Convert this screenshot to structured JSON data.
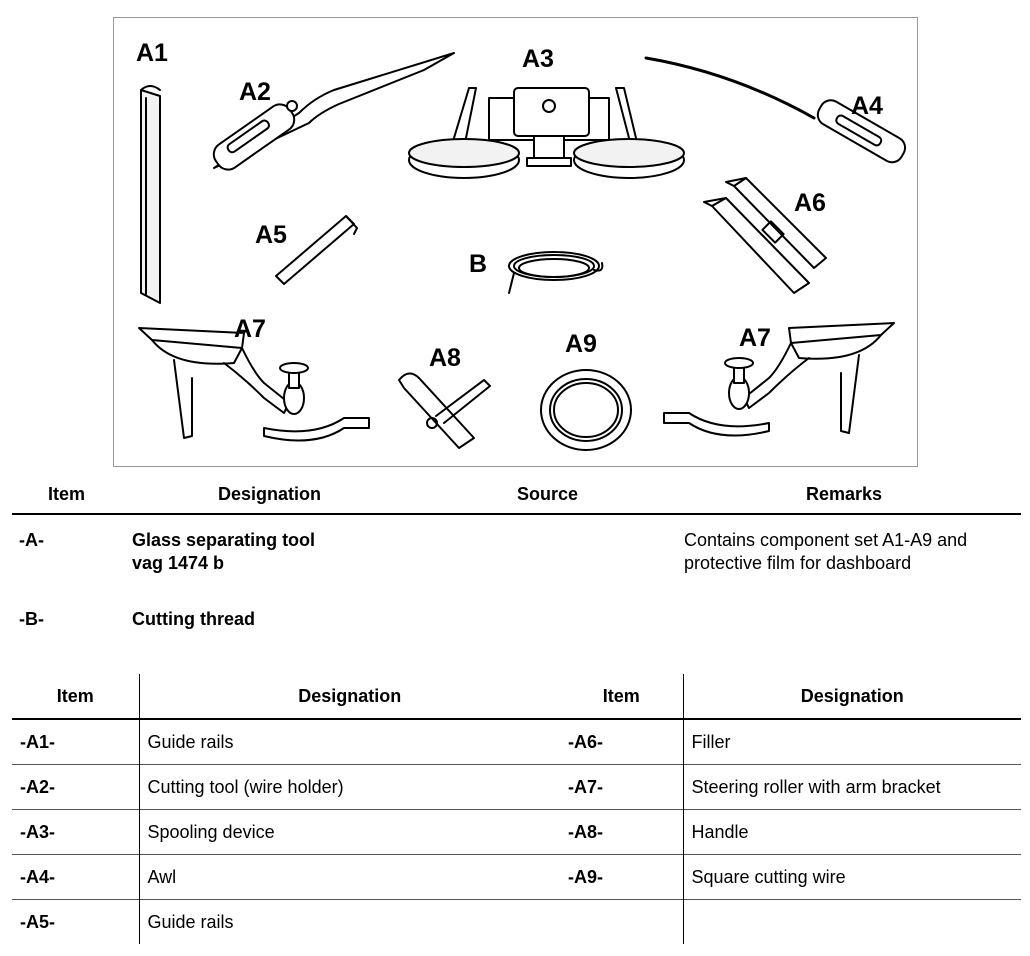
{
  "figure": {
    "callouts": {
      "A1": "A1",
      "A2": "A2",
      "A3": "A3",
      "A4": "A4",
      "A5": "A5",
      "A6": "A6",
      "A7_left": "A7",
      "A7_right": "A7",
      "A8": "A8",
      "A9": "A9",
      "B": "B"
    }
  },
  "table1": {
    "headers": {
      "item": "Item",
      "designation": "Designation",
      "source": "Source",
      "remarks": "Remarks"
    },
    "rows": [
      {
        "item": "-A-",
        "designation_line1": "Glass separating tool",
        "designation_line2": "vag 1474 b",
        "remarks_line1": "Contains component set A1-A9 and",
        "remarks_line2": "protective film for dashboard"
      },
      {
        "item": "-B-",
        "designation_line1": "Cutting thread"
      }
    ]
  },
  "table2": {
    "headers": {
      "item_left": "Item",
      "designation_left": "Designation",
      "item_right": "Item",
      "designation_right": "Designation"
    },
    "rows": [
      {
        "item_left": "-A1-",
        "designation_left": "Guide rails",
        "item_right": "-A6-",
        "designation_right": "Filler"
      },
      {
        "item_left": "-A2-",
        "designation_left": "Cutting tool (wire holder)",
        "item_right": "-A7-",
        "designation_right": "Steering roller with arm bracket"
      },
      {
        "item_left": "-A3-",
        "designation_left": "Spooling device",
        "item_right": "-A8-",
        "designation_right": "Handle"
      },
      {
        "item_left": "-A4-",
        "designation_left": "Awl",
        "item_right": "-A9-",
        "designation_right": "Square cutting wire"
      },
      {
        "item_left": "-A5-",
        "designation_left": "Guide rails",
        "item_right": "",
        "designation_right": ""
      }
    ]
  }
}
